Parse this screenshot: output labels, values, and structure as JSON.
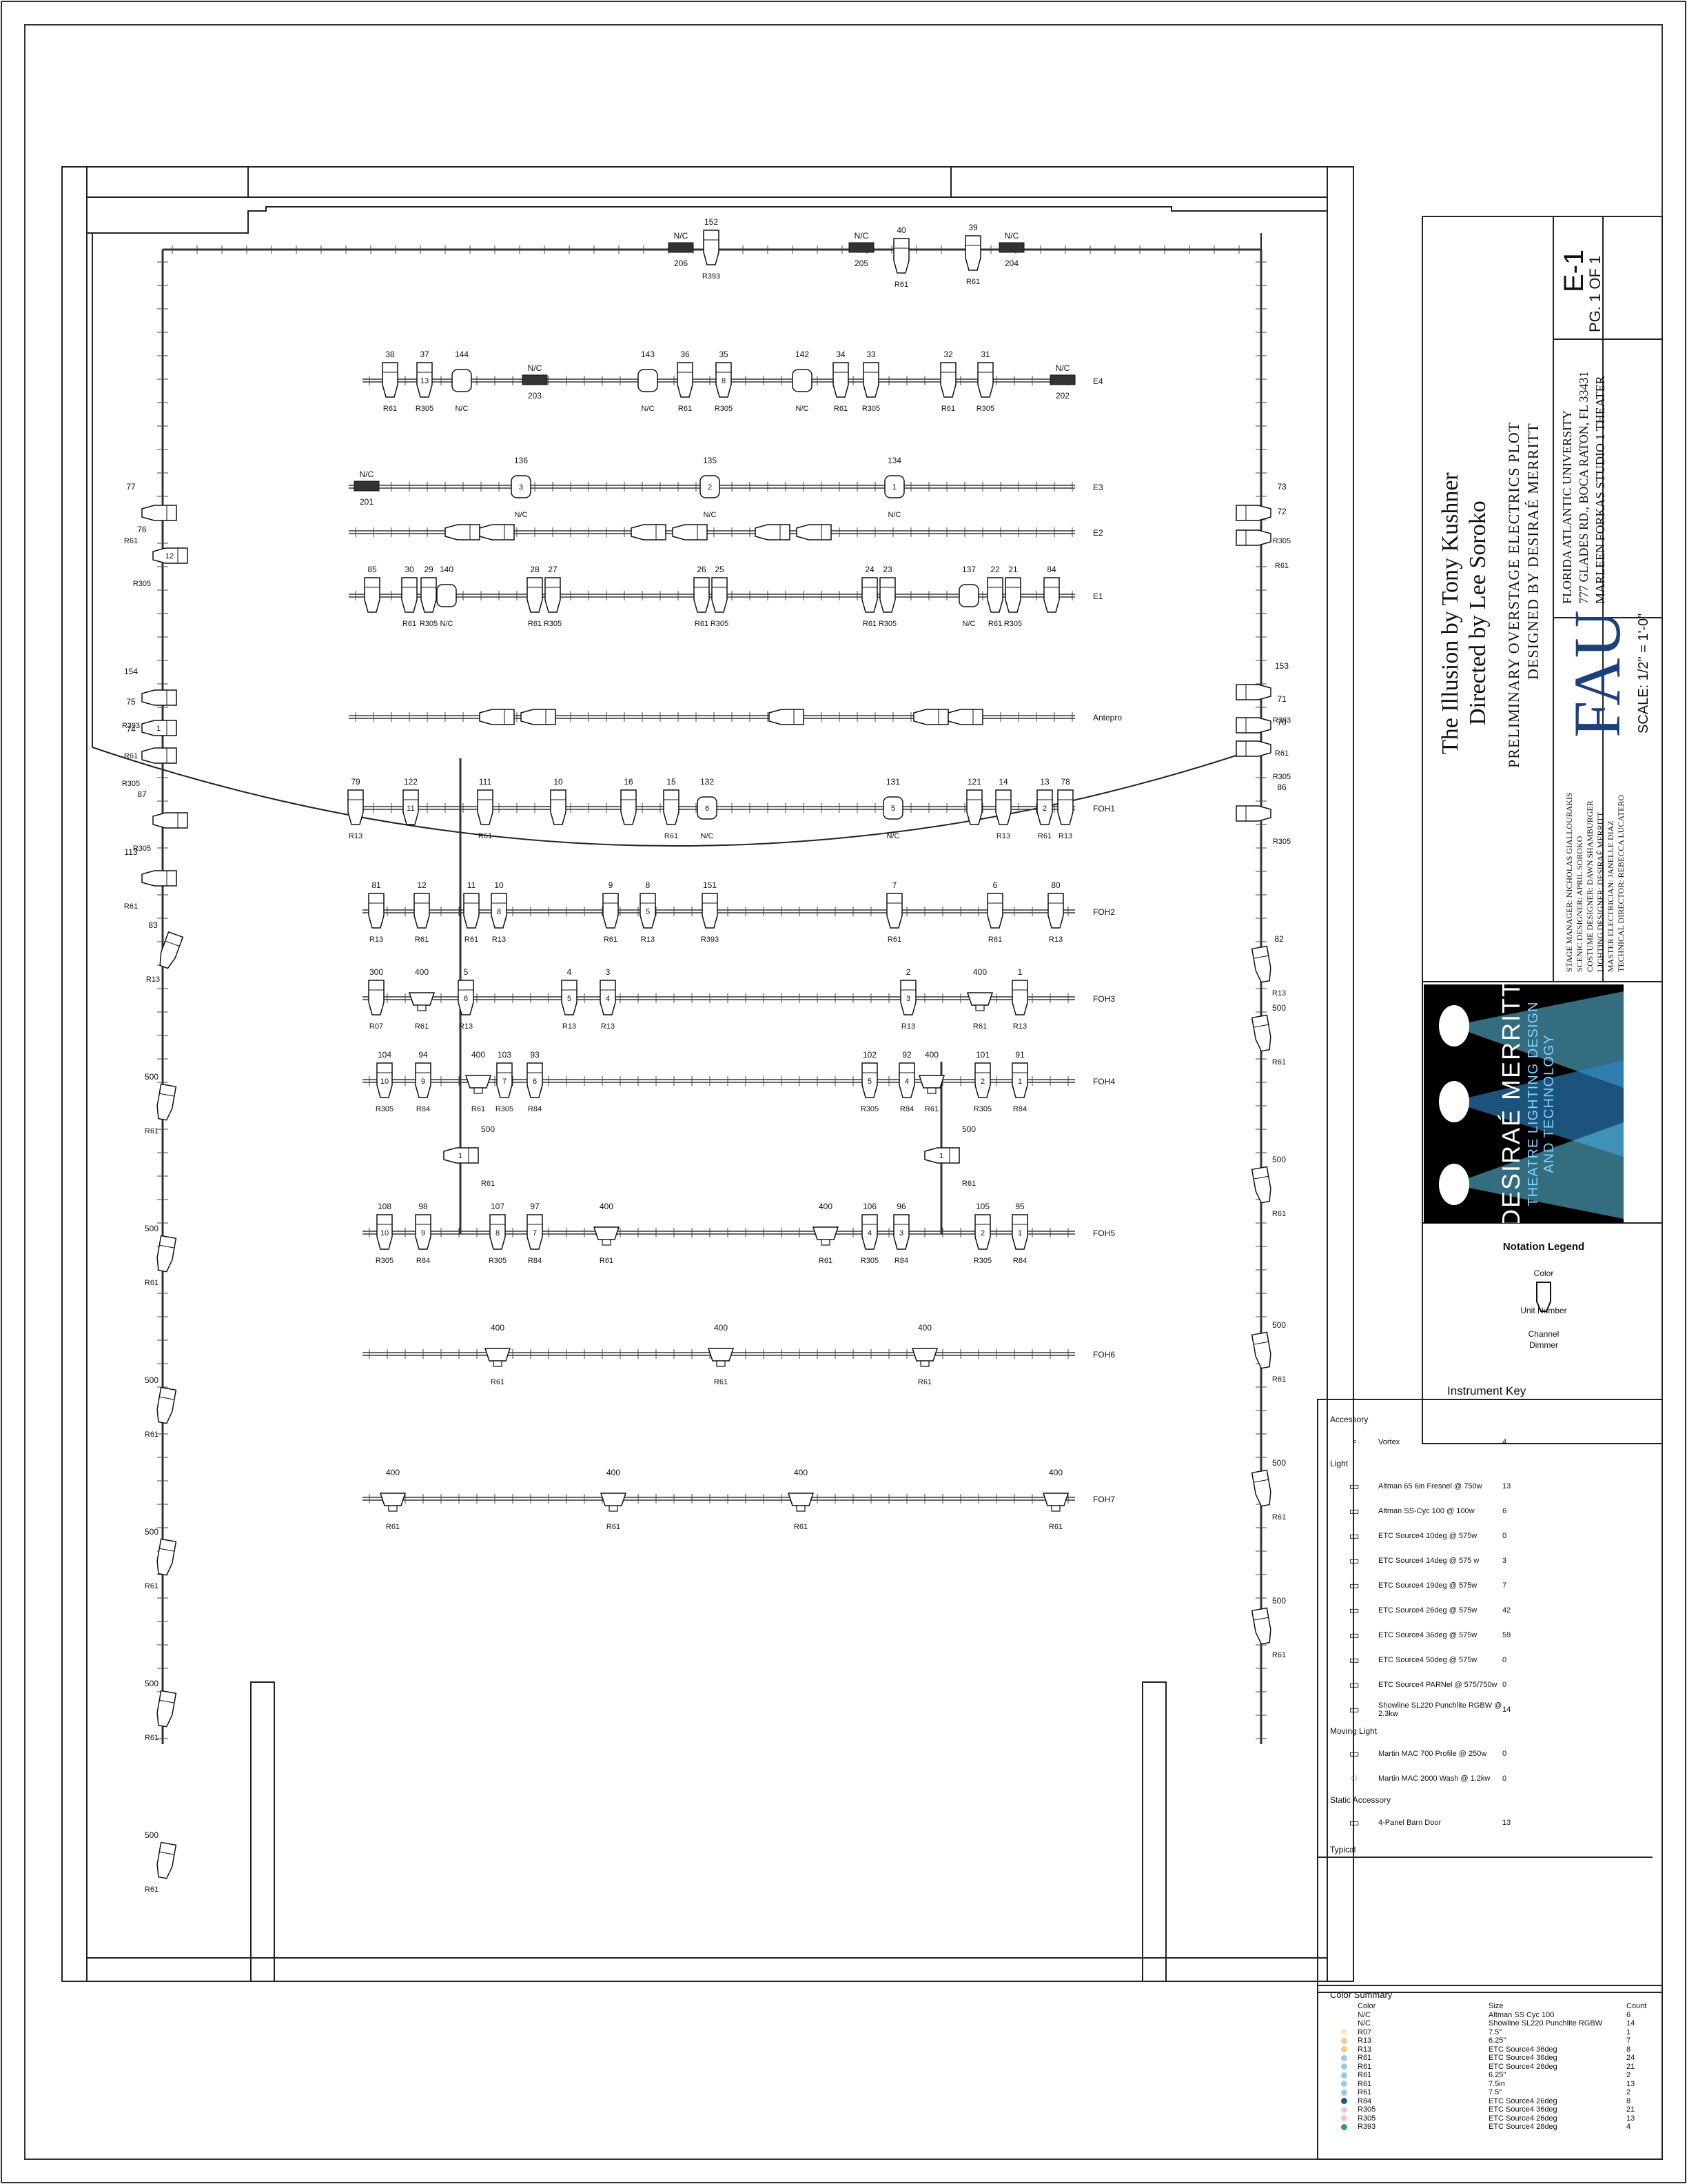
{
  "title_block": {
    "show_title": "The Illusion by Tony Kushner",
    "director": "Directed by Lee Soroko",
    "plot_title": "PRELIMINARY OVERSTAGE ELECTRICS PLOT",
    "designer_line": "DESIGNED BY DESIRAÉ MERRITT",
    "venue_1": "FLORIDA ATLANTIC UNIVERSITY",
    "venue_2": "777 GLADES RD., BOCA RATON, FL 33431",
    "venue_3": "MARLEEN FORKAS STUDIO 1 THEATER",
    "sheet": "E-1",
    "page": "PG. 1 OF 1",
    "scale": "SCALE: 1/2\" = 1'-0\"",
    "logo_text": "FAU",
    "staff": [
      "STAGE MANAGER: NICHOLAS GIALLOURAKIS",
      "SCENIC DESIGNER: APRIL SOROKO",
      "COSTUME DESIGNER: DAWN SHAMBURGER",
      "LIGHTING DESIGNER: DESIRAÉ MERRITT",
      "MASTER ELECTRICIAN: JANELLE DIAZ",
      "TECHNICAL DIRECTOR: REBECCA LUCATERO"
    ]
  },
  "brand": {
    "name": "DESIRAÉ MERRITT",
    "tag1": "THEATRE LIGHTING DESIGN",
    "tag2": "AND TECHNOLOGY",
    "bg_color": "#000000",
    "beam_color": "#5fc4ea"
  },
  "notation_legend": {
    "title": "Notation Legend",
    "color": "Color",
    "unit": "Unit Number",
    "channel": "Channel",
    "dimmer": "Dimmer"
  },
  "instrument_key": {
    "title": "Instrument Key",
    "sections": [
      {
        "heading": "Accessory",
        "items": [
          {
            "icon": "vortex-icon",
            "name": "Vortex",
            "count": "4"
          }
        ]
      },
      {
        "heading": "Light",
        "items": [
          {
            "icon": "fresnel-icon",
            "name": "Altman 65 6in Fresnel @ 750w",
            "count": "13"
          },
          {
            "icon": "cyc-icon",
            "name": "Altman SS-Cyc 100 @ 100w",
            "count": "6"
          },
          {
            "icon": "ellipsoidal-icon",
            "name": "ETC Source4 10deg @ 575w",
            "count": "0"
          },
          {
            "icon": "ellipsoidal-icon",
            "name": "ETC Source4 14deg @ 575 w",
            "count": "3"
          },
          {
            "icon": "ellipsoidal-icon",
            "name": "ETC Source4 19deg @ 575w",
            "count": "7"
          },
          {
            "icon": "ellipsoidal-icon",
            "name": "ETC Source4 26deg @ 575w",
            "count": "42"
          },
          {
            "icon": "ellipsoidal-icon",
            "name": "ETC Source4 36deg @ 575w",
            "count": "59"
          },
          {
            "icon": "ellipsoidal-icon",
            "name": "ETC Source4 50deg @ 575w",
            "count": "0"
          },
          {
            "icon": "parnel-icon",
            "name": "ETC Source4 PARNel @ 575/750w",
            "count": "0"
          },
          {
            "icon": "punchlite-icon",
            "name": "Showline SL220 Punchlite RGBW @ 2.3kw",
            "count": "14"
          }
        ]
      },
      {
        "heading": "Moving Light",
        "items": [
          {
            "icon": "mac700-icon",
            "name": "Martin MAC 700 Profile @ 250w",
            "count": "0"
          },
          {
            "icon": "mac2000-icon",
            "name": "Martin MAC 2000 Wash @ 1.2kw",
            "count": "0"
          }
        ]
      },
      {
        "heading": "Static Accessory",
        "items": [
          {
            "icon": "barndoor-icon",
            "name": "4-Panel Barn Door",
            "count": "13"
          }
        ]
      }
    ],
    "typical": "Typical"
  },
  "color_summary": {
    "title": "Color Summary",
    "headers": [
      "Color",
      "Size",
      "Count"
    ],
    "rows": [
      {
        "color": "N/C",
        "size": "Altman SS Cyc 100",
        "count": "6",
        "swatch": ""
      },
      {
        "color": "N/C",
        "size": "Showline SL220 Punchlite RGBW",
        "count": "14",
        "swatch": ""
      },
      {
        "color": "R07",
        "size": "7.5\"",
        "count": "1",
        "swatch": "#f6eeb8"
      },
      {
        "color": "R13",
        "size": "6.25\"",
        "count": "7",
        "swatch": "#f3c98a"
      },
      {
        "color": "R13",
        "size": "ETC Source4 36deg",
        "count": "8",
        "swatch": "#f3c98a"
      },
      {
        "color": "R61",
        "size": "ETC Source4 36deg",
        "count": "24",
        "swatch": "#9fc8e8"
      },
      {
        "color": "R61",
        "size": "ETC Source4 26deg",
        "count": "21",
        "swatch": "#9fc8e8"
      },
      {
        "color": "R61",
        "size": "6.25\"",
        "count": "2",
        "swatch": "#9fc8e8"
      },
      {
        "color": "R61",
        "size": "7.5in",
        "count": "13",
        "swatch": "#9fc8e8"
      },
      {
        "color": "R61",
        "size": "7.5\"",
        "count": "2",
        "swatch": "#9fc8e8"
      },
      {
        "color": "R84",
        "size": "ETC Source4 26deg",
        "count": "8",
        "swatch": "#1d5a86"
      },
      {
        "color": "R305",
        "size": "ETC Source4 36deg",
        "count": "21",
        "swatch": "#f1c7cf"
      },
      {
        "color": "R305",
        "size": "ETC Source4 26deg",
        "count": "13",
        "swatch": "#f1c7cf"
      },
      {
        "color": "R393",
        "size": "ETC Source4 26deg",
        "count": "4",
        "swatch": "#2a9a8a"
      }
    ]
  },
  "pipes": [
    {
      "name": "E4"
    },
    {
      "name": "E3"
    },
    {
      "name": "E2"
    },
    {
      "name": "E1"
    },
    {
      "name": "Antepro"
    },
    {
      "name": "FOH1"
    },
    {
      "name": "FOH2"
    },
    {
      "name": "FOH3"
    },
    {
      "name": "FOH4"
    },
    {
      "name": "FOH5"
    },
    {
      "name": "FOH6"
    },
    {
      "name": "FOH7"
    }
  ],
  "cycs": {
    "206": {
      "color": "N/C",
      "dimmer": "206"
    },
    "205": {
      "color": "N/C",
      "dimmer": "205"
    },
    "204": {
      "color": "N/C",
      "dimmer": "204"
    },
    "203": {
      "color": "N/C",
      "dimmer": "203"
    },
    "201": {
      "color": "N/C",
      "dimmer": "201"
    },
    "202": {
      "color": "N/C",
      "dimmer": "202"
    }
  },
  "instruments": {
    "upstage": [
      {
        "ch": "152",
        "color": "R393"
      },
      {
        "ch": "40",
        "color": "R61"
      },
      {
        "ch": "39",
        "color": "R61"
      }
    ],
    "e4": [
      {
        "ch": "38",
        "color": "R61"
      },
      {
        "ch": "37",
        "color": "R305",
        "unit": "13"
      },
      {
        "ch": "144",
        "color": "N/C"
      },
      {
        "ch": "143",
        "color": "N/C"
      },
      {
        "ch": "36",
        "color": "R61"
      },
      {
        "ch": "35",
        "color": "R305",
        "unit": "8"
      },
      {
        "ch": "142",
        "color": "N/C"
      },
      {
        "ch": "34",
        "color": "R61"
      },
      {
        "ch": "33",
        "color": "R305"
      },
      {
        "ch": "32",
        "color": "R61"
      },
      {
        "ch": "31",
        "color": "R305"
      }
    ],
    "e3": [
      {
        "ch": "136",
        "color": "N/C",
        "unit": "3"
      },
      {
        "ch": "135",
        "color": "N/C",
        "unit": "2"
      },
      {
        "ch": "134",
        "color": "N/C",
        "unit": "1"
      }
    ],
    "e1": [
      {
        "ch": "85"
      },
      {
        "ch": "30",
        "color": "R61"
      },
      {
        "ch": "29",
        "color": "R305"
      },
      {
        "ch": "140",
        "color": "N/C"
      },
      {
        "ch": "28",
        "color": "R61"
      },
      {
        "ch": "27",
        "color": "R305"
      },
      {
        "ch": "26",
        "color": "R61"
      },
      {
        "ch": "25",
        "color": "R305"
      },
      {
        "ch": "24",
        "color": "R61"
      },
      {
        "ch": "23",
        "color": "R305"
      },
      {
        "ch": "137",
        "color": "N/C"
      },
      {
        "ch": "22",
        "color": "R61"
      },
      {
        "ch": "21",
        "color": "R305"
      },
      {
        "ch": "84"
      }
    ],
    "booms_left": [
      {
        "ch": "77",
        "color": "R61"
      },
      {
        "ch": "76",
        "color": "R305",
        "unit": "12"
      },
      {
        "ch": "154",
        "color": "R393"
      },
      {
        "ch": "75",
        "color": "R61",
        "unit": "1"
      },
      {
        "ch": "74",
        "color": "R305"
      },
      {
        "ch": "87",
        "color": "R305"
      },
      {
        "ch": "113",
        "color": "R61"
      }
    ],
    "booms_right": [
      {
        "ch": "73",
        "color": "R305"
      },
      {
        "ch": "72",
        "color": "R61"
      },
      {
        "ch": "153",
        "color": "R393"
      },
      {
        "ch": "71",
        "color": "R61"
      },
      {
        "ch": "70",
        "color": "R305"
      },
      {
        "ch": "86",
        "color": "R305"
      }
    ],
    "foh1": [
      {
        "ch": "79",
        "color": "R13"
      },
      {
        "ch": "122",
        "unit": "11"
      },
      {
        "ch": "111",
        "color": "R61"
      },
      {
        "ch": "10"
      },
      {
        "ch": "16"
      },
      {
        "ch": "15",
        "color": "R61"
      },
      {
        "ch": "132",
        "color": "N/C",
        "unit": "6"
      },
      {
        "ch": "131",
        "color": "N/C",
        "unit": "5"
      },
      {
        "ch": "121"
      },
      {
        "ch": "14",
        "color": "R13"
      },
      {
        "ch": "13",
        "color": "R61",
        "unit": "2"
      },
      {
        "ch": "78",
        "color": "R13"
      }
    ],
    "foh2": [
      {
        "ch": "81",
        "color": "R13"
      },
      {
        "ch": "12",
        "color": "R61"
      },
      {
        "ch": "11",
        "color": "R61"
      },
      {
        "ch": "10",
        "color": "R13",
        "unit": "8"
      },
      {
        "ch": "9",
        "color": "R61"
      },
      {
        "ch": "8",
        "color": "R13",
        "unit": "5"
      },
      {
        "ch": "151",
        "color": "R393"
      },
      {
        "ch": "7",
        "color": "R61"
      },
      {
        "ch": "6",
        "color": "R61"
      },
      {
        "ch": "80",
        "color": "R13"
      }
    ],
    "foh3": [
      {
        "ch": "300",
        "color": "R07"
      },
      {
        "ch": "400",
        "color": "R61"
      },
      {
        "ch": "5",
        "color": "R13",
        "unit": "6"
      },
      {
        "ch": "4",
        "color": "R13",
        "unit": "5"
      },
      {
        "ch": "3",
        "color": "R13",
        "unit": "4"
      },
      {
        "ch": "2",
        "color": "R13",
        "unit": "3"
      },
      {
        "ch": "400",
        "color": "R61"
      },
      {
        "ch": "1",
        "color": "R13"
      }
    ],
    "foh4": [
      {
        "ch": "104",
        "color": "R305",
        "unit": "10"
      },
      {
        "ch": "94",
        "color": "R84",
        "unit": "9"
      },
      {
        "ch": "400",
        "color": "R61"
      },
      {
        "ch": "103",
        "color": "R305",
        "unit": "7"
      },
      {
        "ch": "93",
        "color": "R84",
        "unit": "6"
      },
      {
        "ch": "102",
        "color": "R305",
        "unit": "5"
      },
      {
        "ch": "92",
        "color": "R84",
        "unit": "4"
      },
      {
        "ch": "400",
        "color": "R61"
      },
      {
        "ch": "101",
        "color": "R305",
        "unit": "2"
      },
      {
        "ch": "91",
        "color": "R84",
        "unit": "1"
      }
    ],
    "foh5": [
      {
        "ch": "108",
        "color": "R305",
        "unit": "10"
      },
      {
        "ch": "98",
        "color": "R84",
        "unit": "9"
      },
      {
        "ch": "107",
        "color": "R305",
        "unit": "8"
      },
      {
        "ch": "97",
        "color": "R84",
        "unit": "7"
      },
      {
        "ch": "400",
        "color": "R61"
      },
      {
        "ch": "400",
        "color": "R61"
      },
      {
        "ch": "106",
        "color": "R305",
        "unit": "4"
      },
      {
        "ch": "96",
        "color": "R84",
        "unit": "3"
      },
      {
        "ch": "105",
        "color": "R305",
        "unit": "2"
      },
      {
        "ch": "95",
        "color": "R84",
        "unit": "1"
      }
    ],
    "foh6": [
      {
        "ch": "400",
        "color": "R61"
      },
      {
        "ch": "400",
        "color": "R61"
      },
      {
        "ch": "400",
        "color": "R61"
      }
    ],
    "foh7": [
      {
        "ch": "400",
        "color": "R61"
      },
      {
        "ch": "400",
        "color": "R61"
      },
      {
        "ch": "400",
        "color": "R61"
      },
      {
        "ch": "400",
        "color": "R61"
      }
    ],
    "ladder_left": [
      {
        "ch": "83",
        "color": "R13"
      },
      {
        "ch": "500",
        "color": "R61"
      },
      {
        "ch": "500",
        "color": "R61"
      },
      {
        "ch": "500",
        "color": "R61"
      },
      {
        "ch": "500",
        "color": "R61"
      },
      {
        "ch": "500",
        "color": "R61"
      },
      {
        "ch": "500",
        "color": "R61"
      }
    ],
    "ladder_right": [
      {
        "ch": "82",
        "color": "R13"
      },
      {
        "ch": "500",
        "color": "R61"
      },
      {
        "ch": "500",
        "color": "R61"
      },
      {
        "ch": "500",
        "color": "R61"
      },
      {
        "ch": "500",
        "color": "R61"
      },
      {
        "ch": "500",
        "color": "R61"
      }
    ],
    "verticals": [
      {
        "ch": "500",
        "color": "R61",
        "unit": "1"
      },
      {
        "ch": "500",
        "color": "R61",
        "unit": "1"
      }
    ]
  }
}
